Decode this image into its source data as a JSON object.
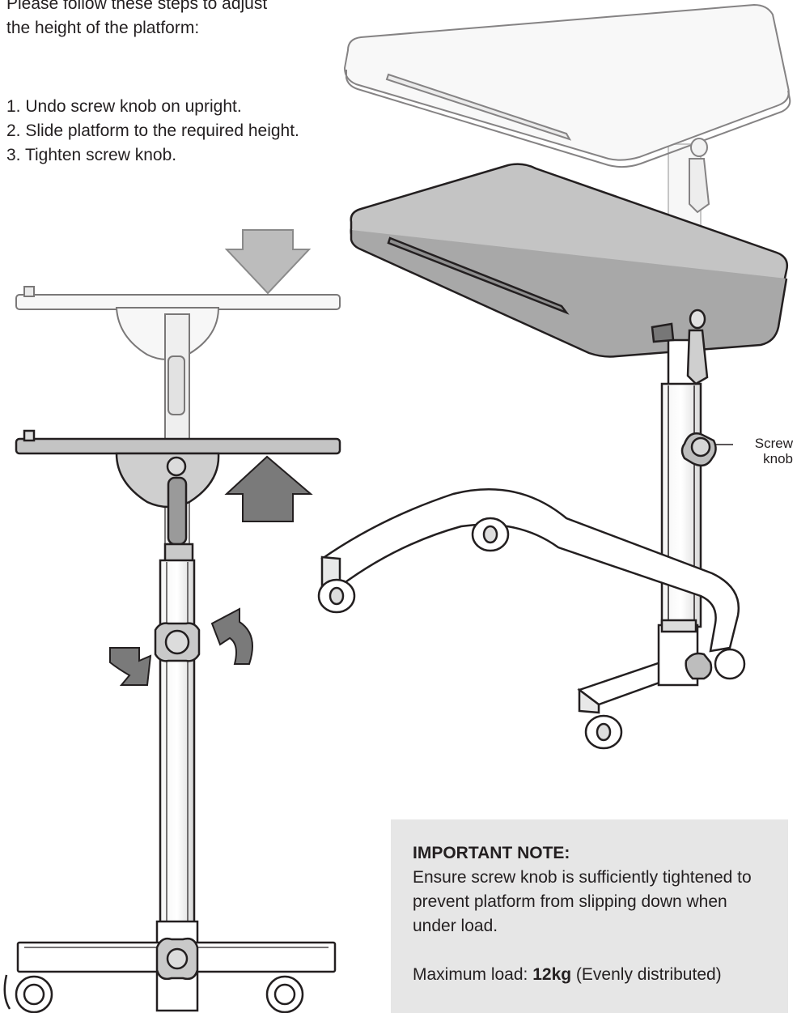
{
  "intro": "Please follow these steps to adjust the height of the platform:",
  "steps": [
    "1. Undo screw knob on upright.",
    "2. Slide platform to the required height.",
    "3. Tighten screw knob."
  ],
  "callout": {
    "label": "Screw knob"
  },
  "note": {
    "title": "IMPORTANT NOTE:",
    "body": "Ensure screw knob is sufficiently tightened to prevent platform from slipping down when under load.",
    "max_label": "Maximum load: ",
    "max_value": "12kg",
    "max_suffix": " (Evenly distributed)"
  },
  "colors": {
    "line": "#231f20",
    "arrow_light": "#bcbcbc",
    "arrow_dark": "#7a7a7a",
    "ghost_fill": "#efefef",
    "tray_fill": "#c4c4c4",
    "note_bg": "#e6e6e6"
  }
}
